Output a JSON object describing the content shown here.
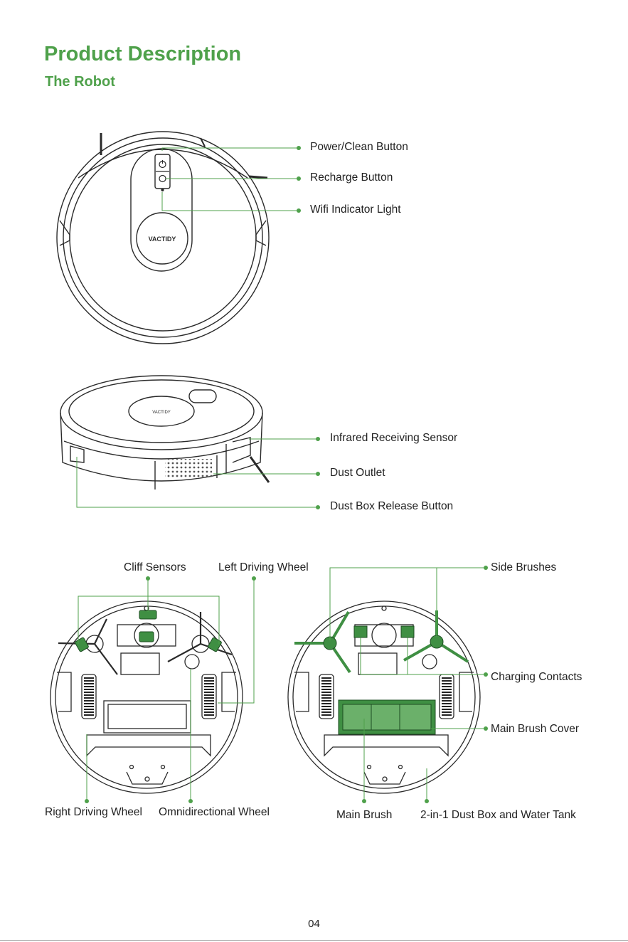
{
  "header": {
    "title": "Product Description",
    "subtitle": "The Robot"
  },
  "brand": {
    "logo_text": "VACTIDY"
  },
  "colors": {
    "accent": "#4fa14b",
    "leader_line": "#4fa14b",
    "highlight_part": "#3f8f43",
    "outline": "#2a2a2a"
  },
  "top_view": {
    "labels": [
      "Power/Clean Button",
      "Recharge Button",
      "Wifi Indicator Light"
    ]
  },
  "side_view": {
    "labels": [
      "Infrared Receiving Sensor",
      "Dust Outlet",
      "Dust Box Release Button"
    ]
  },
  "bottom_view_left": {
    "labels": [
      "Cliff Sensors",
      "Left Driving Wheel",
      "Right Driving Wheel",
      "Omnidirectional Wheel"
    ]
  },
  "bottom_view_right": {
    "labels": [
      "Side Brushes",
      "Charging Contacts",
      "Main Brush Cover",
      "Main Brush",
      "2-in-1 Dust Box and Water Tank"
    ]
  },
  "footer": {
    "page_number": "04"
  }
}
